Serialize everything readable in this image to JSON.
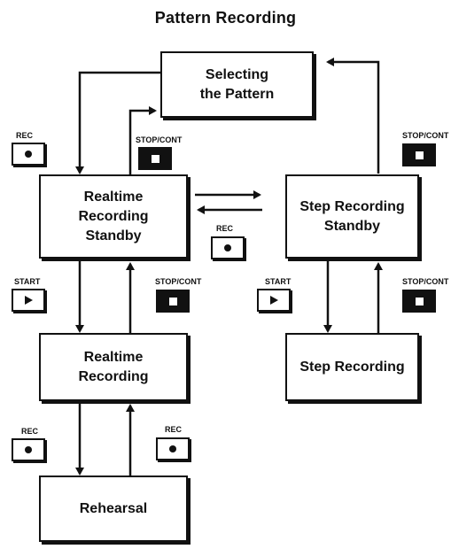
{
  "title": "Pattern Recording",
  "states": {
    "selecting": "Selecting\nthe Pattern",
    "realtime_standby": "Realtime\nRecording\nStandby",
    "step_standby": "Step Recording\nStandby",
    "realtime_recording": "Realtime\nRecording",
    "step_recording": "Step Recording",
    "rehearsal": "Rehearsal"
  },
  "buttons": {
    "rec": "REC",
    "stop_cont": "STOP/CONT",
    "start": "START"
  },
  "icons": {
    "rec": "record-dot-icon",
    "stop": "stop-square-icon",
    "start": "play-triangle-icon"
  }
}
